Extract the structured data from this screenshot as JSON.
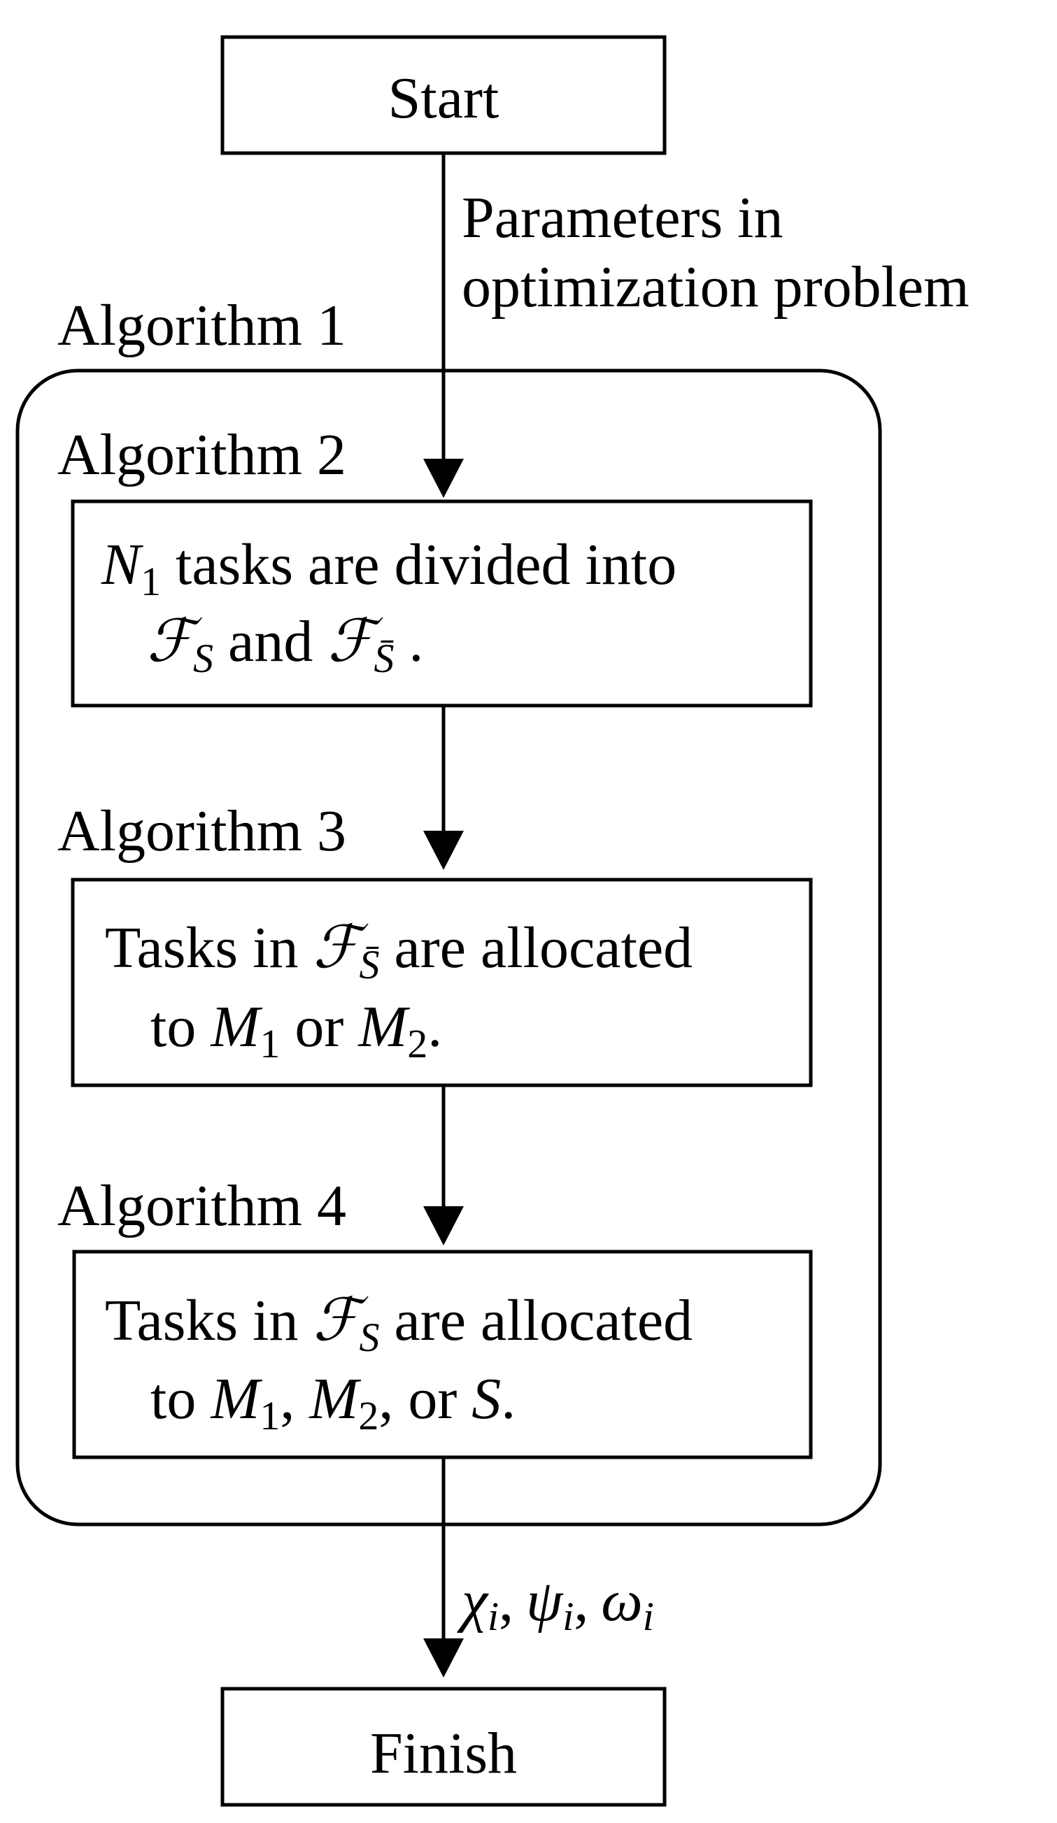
{
  "nodes": {
    "start": {
      "label": "Start"
    },
    "finish": {
      "label": "Finish"
    }
  },
  "edges": {
    "start_to_algorithms": {
      "label_line1": "Parameters in",
      "label_line2": "optimization problem"
    },
    "algorithms_to_finish": {
      "chi": "χ",
      "psi": "ψ",
      "omega": "ω",
      "subscript": "i",
      "separator": ","
    }
  },
  "groups": {
    "algorithm_1": {
      "title": "Algorithm 1"
    }
  },
  "steps": [
    {
      "title": "Algorithm 2",
      "line1": {
        "var": "N",
        "sub": "1",
        "text": " tasks are divided into"
      },
      "line2": {
        "set1": "ℱ",
        "set1_sub": "S",
        "mid": " and ",
        "set2": "ℱ",
        "set2_sub": "S̄",
        "end": " ."
      }
    },
    {
      "title": "Algorithm 3",
      "line1": {
        "before": "Tasks in ",
        "set": "ℱ",
        "set_sub": "S̄",
        "after": " are allocated"
      },
      "line2": {
        "before": "to ",
        "m1": "M",
        "m1_sub": "1",
        "mid": " or ",
        "m2": "M",
        "m2_sub": "2",
        "end": "."
      }
    },
    {
      "title": "Algorithm 4",
      "line1": {
        "before": "Tasks in ",
        "set": "ℱ",
        "set_sub": "S",
        "after": " are allocated"
      },
      "line2": {
        "before": "to ",
        "m1": "M",
        "m1_sub": "1",
        "sep1": ", ",
        "m2": "M",
        "m2_sub": "2",
        "sep2": ", or ",
        "s": "S",
        "end": "."
      }
    }
  ]
}
